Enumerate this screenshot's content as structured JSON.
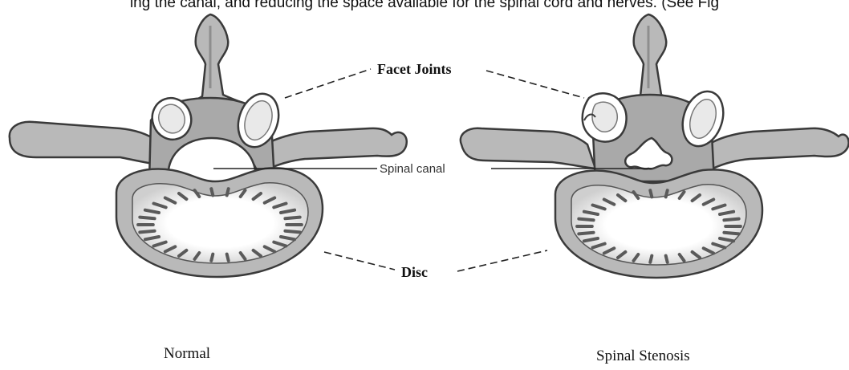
{
  "caption_top": "ing the canal, and reducing the space available for the spinal cord and nerves. (See Fig",
  "labels": {
    "facet_joints": "Facet Joints",
    "spinal_canal": "Spinal canal",
    "disc": "Disc"
  },
  "captions": {
    "normal": "Normal",
    "stenosis": "Spinal Stenosis"
  },
  "colors": {
    "bone": "#b9b9b9",
    "bone_dark": "#8e8e8e",
    "outline": "#3a3a3a",
    "disc_center": "#ffffff",
    "leader_line": "#222222"
  }
}
